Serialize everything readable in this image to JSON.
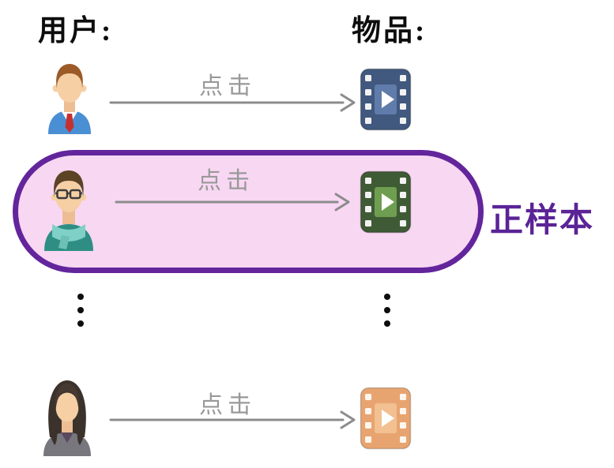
{
  "headers": {
    "users": "用户:",
    "items": "物品:"
  },
  "rows": [
    {
      "arrow_label": "点击",
      "item_color": "#41587f",
      "item_panel": "#5f7cab",
      "user_icon": "businessman"
    },
    {
      "arrow_label": "点击",
      "item_color": "#3f5b35",
      "item_panel": "#6f9e50",
      "user_icon": "man-with-glasses"
    },
    {
      "arrow_label": "点击",
      "item_color": "#e8a470",
      "item_panel": "#f2c091",
      "user_icon": "woman"
    }
  ],
  "highlight": {
    "label": "正样本",
    "fill": "#f8d7f3",
    "border": "#63259b",
    "label_color": "#5b2496"
  },
  "arrow_color": "#8c8c8c",
  "play_color": "#ffffff"
}
